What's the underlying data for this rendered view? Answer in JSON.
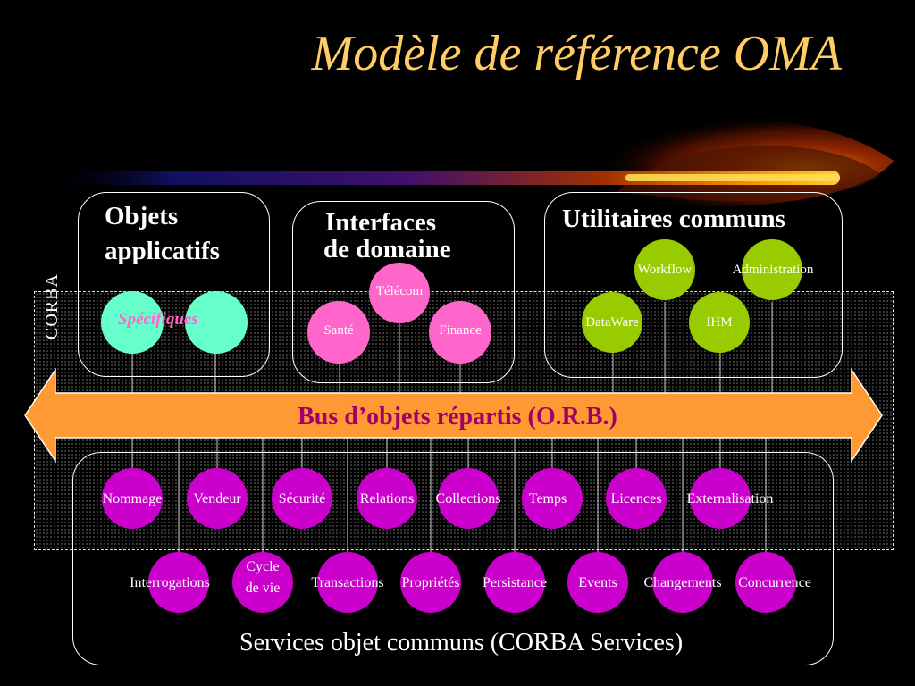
{
  "title": "Modèle de référence OMA",
  "corba_label": "CORBA",
  "groups": {
    "applicatifs": {
      "title_line1": "Objets",
      "title_line2": "applicatifs",
      "specific_label": "Spécifiques"
    },
    "domaine": {
      "title_line1": "Interfaces",
      "title_line2": "de domaine"
    },
    "utilitaires": {
      "title": "Utilitaires communs"
    }
  },
  "domain_nodes": [
    "Télécom",
    "Santé",
    "Finance"
  ],
  "utility_nodes": [
    "Workflow",
    "Administration",
    "DataWare",
    "IHM"
  ],
  "orb_label": "Bus d’objets répartis (O.R.B.)",
  "services_row1": [
    "Nommage",
    "Vendeur",
    "Sécurité",
    "Relations",
    "Collections",
    "Temps",
    "Licences",
    "Externalisation"
  ],
  "services_row2": [
    "Interrogations",
    "Cycle",
    "de vie",
    "Transactions",
    "Propriétés",
    "Persistance",
    "Events",
    "Changements",
    "Concurrence"
  ],
  "services_caption": "Services objet communs (CORBA Services)",
  "colors": {
    "title": "#ffcc66",
    "applicatif_node": "#66ffcc",
    "domain_node": "#ff66cc",
    "utility_node": "#99cc00",
    "service_node": "#cc00cc",
    "orb": "#ff9933",
    "orb_text": "#a0006a"
  }
}
